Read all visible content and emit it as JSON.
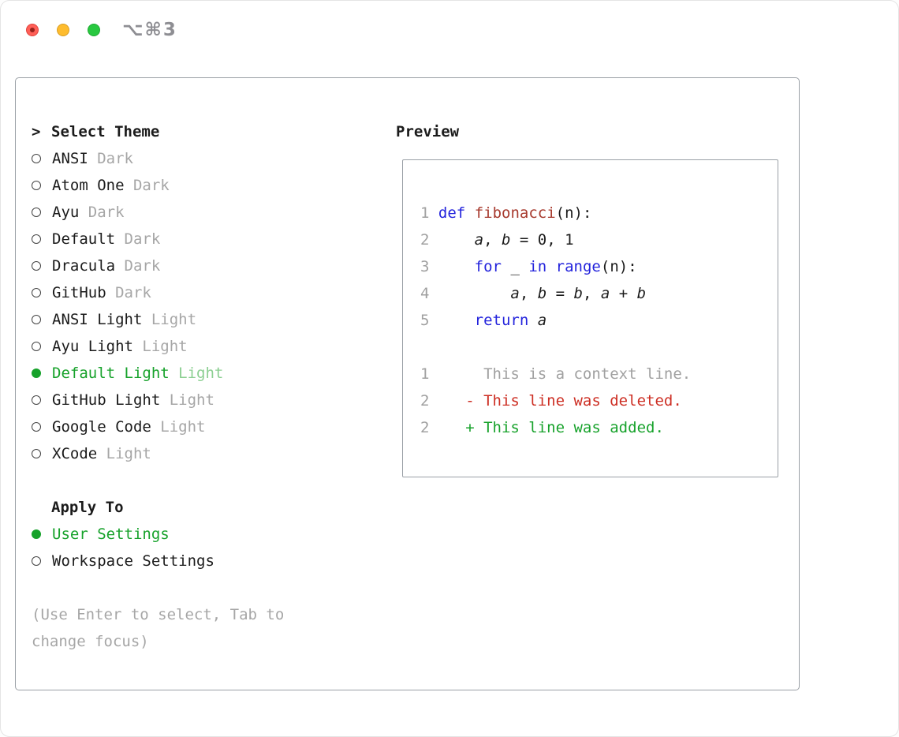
{
  "window": {
    "shortcut": "⌥⌘3"
  },
  "colors": {
    "green": "#17a22b",
    "green-light": "#8ccf92",
    "blue": "#2323dc",
    "func-red": "#a73a2e",
    "red": "#cd2f24",
    "gray": "#a6a6a6",
    "ink": "#1b1b1b",
    "border": "#9aa0a6",
    "light-red": "#ff5f57",
    "light-yellow": "#febc2e",
    "light-green": "#28c840"
  },
  "picker": {
    "title_prefix": ">",
    "title": "Select Theme",
    "themes": [
      {
        "name": "ANSI",
        "variant": "Dark",
        "selected": false
      },
      {
        "name": "Atom One",
        "variant": "Dark",
        "selected": false
      },
      {
        "name": "Ayu",
        "variant": "Dark",
        "selected": false
      },
      {
        "name": "Default",
        "variant": "Dark",
        "selected": false
      },
      {
        "name": "Dracula",
        "variant": "Dark",
        "selected": false
      },
      {
        "name": "GitHub",
        "variant": "Dark",
        "selected": false
      },
      {
        "name": "ANSI Light",
        "variant": "Light",
        "selected": false
      },
      {
        "name": "Ayu Light",
        "variant": "Light",
        "selected": false
      },
      {
        "name": "Default Light",
        "variant": "Light",
        "selected": true
      },
      {
        "name": "GitHub Light",
        "variant": "Light",
        "selected": false
      },
      {
        "name": "Google Code",
        "variant": "Light",
        "selected": false
      },
      {
        "name": "XCode",
        "variant": "Light",
        "selected": false
      }
    ],
    "apply_to": {
      "title": "Apply To",
      "options": [
        {
          "label": "User Settings",
          "selected": true
        },
        {
          "label": "Workspace Settings",
          "selected": false
        }
      ]
    },
    "hint": "(Use Enter to select, Tab to change focus)"
  },
  "preview": {
    "title": "Preview",
    "lines": [
      {
        "num": "1",
        "tokens": [
          {
            "t": "def",
            "c": "kw"
          },
          {
            "t": " ",
            "c": ""
          },
          {
            "t": "fibonacci",
            "c": "fn"
          },
          {
            "t": "(n):",
            "c": ""
          }
        ]
      },
      {
        "num": "2",
        "tokens": [
          {
            "t": "    ",
            "c": ""
          },
          {
            "t": "a",
            "c": "it"
          },
          {
            "t": ", ",
            "c": ""
          },
          {
            "t": "b",
            "c": "it"
          },
          {
            "t": " = 0, 1",
            "c": ""
          }
        ]
      },
      {
        "num": "3",
        "tokens": [
          {
            "t": "    ",
            "c": ""
          },
          {
            "t": "for",
            "c": "kw"
          },
          {
            "t": " _ ",
            "c": ""
          },
          {
            "t": "in",
            "c": "kw"
          },
          {
            "t": " ",
            "c": ""
          },
          {
            "t": "range",
            "c": "kw"
          },
          {
            "t": "(n):",
            "c": ""
          }
        ]
      },
      {
        "num": "4",
        "tokens": [
          {
            "t": "        ",
            "c": ""
          },
          {
            "t": "a",
            "c": "it"
          },
          {
            "t": ", ",
            "c": ""
          },
          {
            "t": "b",
            "c": "it"
          },
          {
            "t": " = ",
            "c": ""
          },
          {
            "t": "b",
            "c": "it"
          },
          {
            "t": ", ",
            "c": ""
          },
          {
            "t": "a",
            "c": "it"
          },
          {
            "t": " + ",
            "c": ""
          },
          {
            "t": "b",
            "c": "it"
          }
        ]
      },
      {
        "num": "5",
        "tokens": [
          {
            "t": "    ",
            "c": ""
          },
          {
            "t": "return",
            "c": "kw"
          },
          {
            "t": " ",
            "c": ""
          },
          {
            "t": "a",
            "c": "it"
          }
        ]
      },
      {
        "num": "",
        "tokens": []
      },
      {
        "num": "1",
        "tokens": [
          {
            "t": "     This is a context line.",
            "c": "ctx"
          }
        ]
      },
      {
        "num": "2",
        "tokens": [
          {
            "t": "   - This line was deleted.",
            "c": "del"
          }
        ]
      },
      {
        "num": "2",
        "tokens": [
          {
            "t": "   + This line was added.",
            "c": "add"
          }
        ]
      }
    ]
  }
}
